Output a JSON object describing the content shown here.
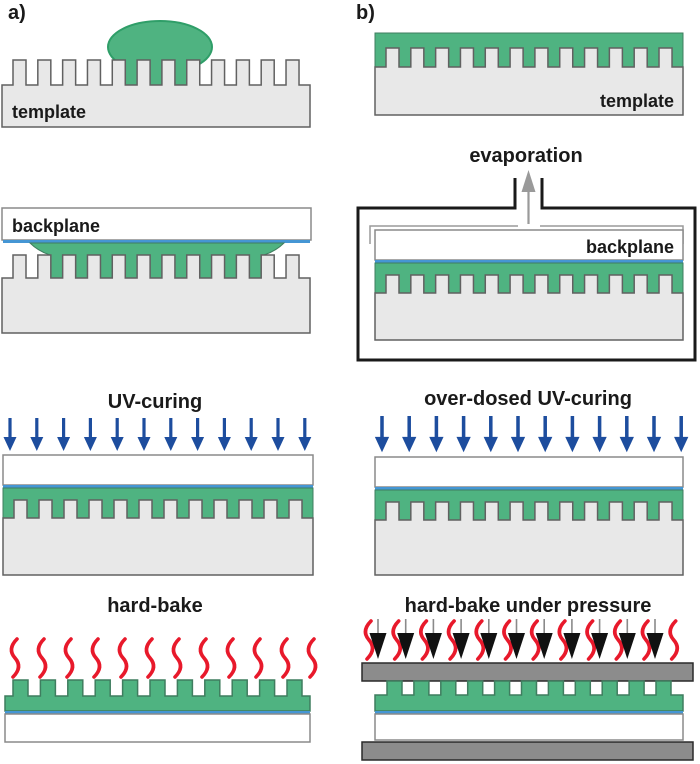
{
  "figure": {
    "column_a": {
      "label": "a)",
      "steps": [
        {
          "id": "resist-dispense",
          "substrate_label": "template"
        },
        {
          "id": "backplane-contact",
          "substrate_label": "backplane"
        },
        {
          "id": "uv-curing",
          "title": "UV-curing"
        },
        {
          "id": "hard-bake",
          "title": "hard-bake"
        }
      ]
    },
    "column_b": {
      "label": "b)",
      "steps": [
        {
          "id": "coated-template",
          "substrate_label": "template"
        },
        {
          "id": "evaporation",
          "title": "evaporation",
          "substrate_label": "backplane"
        },
        {
          "id": "overdosed-uv-curing",
          "title": "over-dosed UV-curing"
        },
        {
          "id": "hard-bake-under-pressure",
          "title": "hard-bake under pressure"
        }
      ]
    },
    "icons": {
      "uv_arrow": "down-arrow",
      "heat": "heat-squiggle",
      "evaporation_arrow": "up-arrow",
      "pressure_arrow": "down-pressure-arrow"
    }
  },
  "colors": {
    "bg": "#ffffff",
    "text": "#1a1a1a",
    "resist": "#4fb381",
    "resist_stroke": "#3f7d5f",
    "droplet_stroke": "#2f9e68",
    "template_fill": "#e8e8e8",
    "template_stroke": "#616161",
    "backplane_stroke": "#8a8a8a",
    "blue_line": "#4596d4",
    "uv_arrow": "#1d4d9e",
    "heat": "#e8192b",
    "evap_arrow": "#9a9a9a",
    "press_head": "#111111",
    "press_stem": "#8a8a8a",
    "plate_fill": "#8c8c8c",
    "plate_stroke": "#2a2a2a",
    "chamber_stroke": "#1a1a1a",
    "bracket": "#9a9a9a"
  }
}
